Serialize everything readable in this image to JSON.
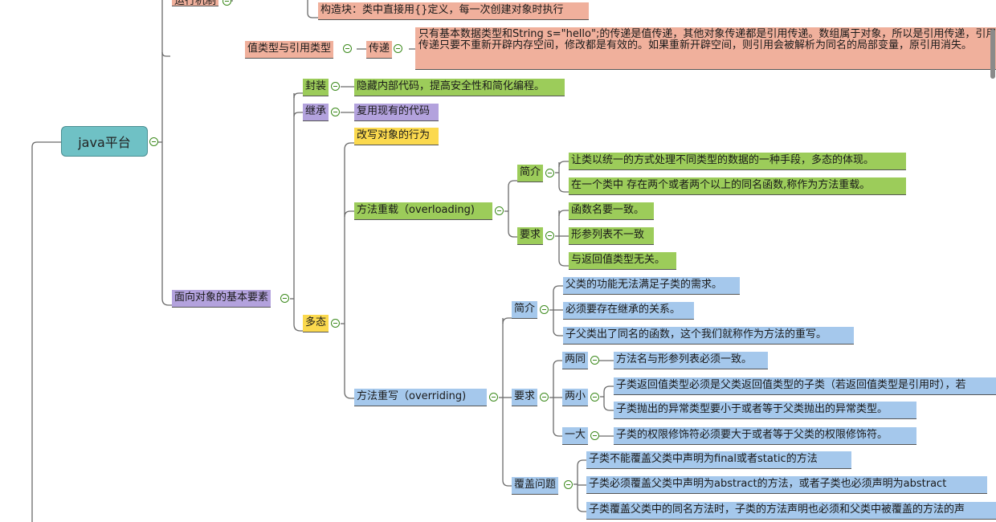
{
  "colors": {
    "salmon": "#f0b09c",
    "green": "#9ccc5a",
    "purple": "#b3a2dd",
    "yellow": "#fbd94e",
    "blue": "#a5c8ec",
    "root": "#6fc1c5",
    "toggle": "#3c8a1c"
  },
  "root": {
    "label": "java平台"
  },
  "top": {
    "yunxing": "运行机制",
    "gouzaokuai": "构造块：类中直接用{}定义，每一次创建对象时执行",
    "zhileixing": "值类型与引用类型",
    "chuandi": "传递",
    "chuandi_desc": "只有基本数据类型和String s=\"hello\";的传递是值传递，其他对象传递都是引用传递。数组属于对象，所以是引用传递，引用传递只要不重新开辟内存空间，修改都是有效的。如果重新开辟空间，则引用会被解析为同名的局部变量，原引用消失。"
  },
  "oop": {
    "label": "面向对象的基本要素",
    "fengzhuang": "封装",
    "fengzhuang_desc": "隐藏内部代码，提高安全性和简化编程。",
    "jicheng": "继承",
    "jicheng_desc": "复用现有的代码",
    "duotai": "多态",
    "gaixie": "改写对象的行为",
    "overloading": {
      "label": "方法重载（overloading)",
      "jianjie": "简介",
      "jianjie_items": [
        "让类以统一的方式处理不同类型的数据的一种手段，多态的体现。",
        "在一个类中 存在两个或者两个以上的同名函数,称作为方法重载。"
      ],
      "yaoqiu": "要求",
      "yaoqiu_items": [
        "函数名要一致。",
        "形参列表不一致",
        "与返回值类型无关。"
      ]
    },
    "overriding": {
      "label": "方法重写（overriding)",
      "jianjie": "简介",
      "jianjie_items": [
        "父类的功能无法满足子类的需求。",
        "必须要存在继承的关系。",
        "子父类出了同名的函数，这个我们就称作为方法的重写。"
      ],
      "yaoqiu": "要求",
      "liangtong": "两同",
      "liangtong_desc": "方法名与形参列表必须一致。",
      "liangxiao": "两小",
      "liangxiao_items": [
        "子类返回值类型必须是父类返回值类型的子类（若返回值类型是引用时），若",
        "子类抛出的异常类型要小于或者等于父类抛出的异常类型。"
      ],
      "yida": "一大",
      "yida_desc": "子类的权限修饰符必须要大于或者等于父类的权限修饰符。",
      "fugai": "覆盖问题",
      "fugai_items": [
        "子类不能覆盖父类中声明为final或者static的方法",
        "子类必须覆盖父类中声明为abstract的方法，或者子类也必须声明为abstract",
        "子类覆盖父类中的同名方法时，子类的方法声明也必须和父类中被覆盖的方法的声"
      ]
    }
  }
}
